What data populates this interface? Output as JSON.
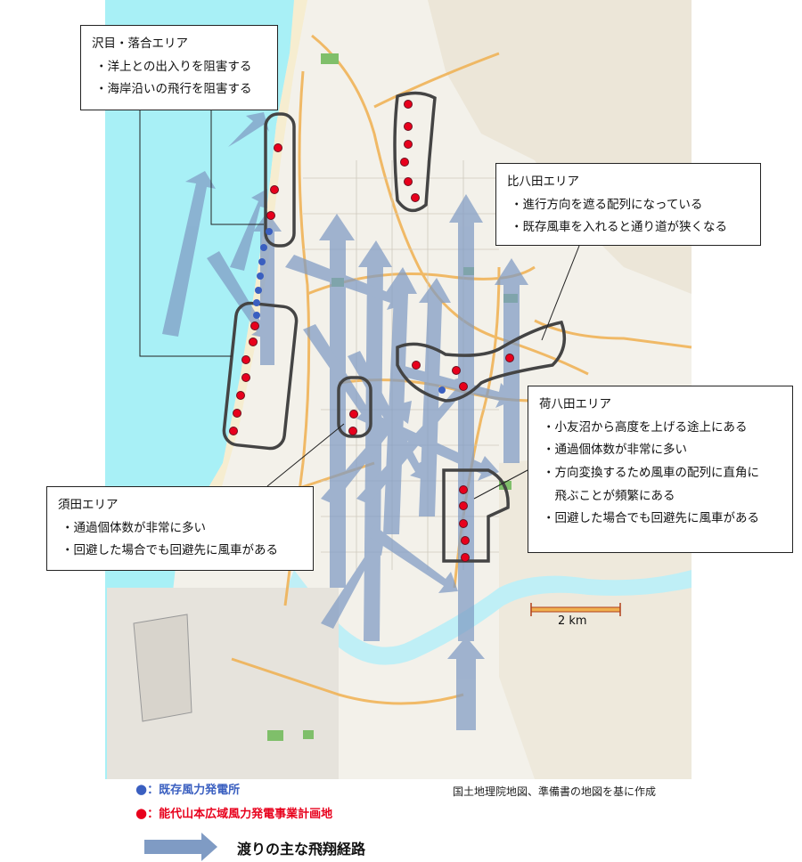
{
  "areas": {
    "sawame": {
      "title": "沢目・落合エリア",
      "points": [
        "・洋上との出入りを阻害する",
        "・海岸沿いの飛行を阻害する"
      ]
    },
    "hihatta": {
      "title": "比八田エリア",
      "points": [
        "・進行方向を遮る配列になっている",
        "・既存風車を入れると通り道が狭くなる"
      ]
    },
    "nihatta": {
      "title": "荷八田エリア",
      "points": [
        "・小友沼から高度を上げる途上にある",
        "・通過個体数が非常に多い",
        "・方向変換するため風車の配列に直角に",
        "　飛ぶことが頻繁にある",
        "・回避した場合でも回避先に風車がある"
      ]
    },
    "suda": {
      "title": "須田エリア",
      "points": [
        "・通過個体数が非常に多い",
        "・回避した場合でも回避先に風車がある"
      ]
    }
  },
  "scale": {
    "label": "2 km"
  },
  "legend": {
    "existing": {
      "marker": "●",
      "text": "：既存風力発電所",
      "color": "#3a5fc0"
    },
    "planned": {
      "marker": "●",
      "text": "：能代山本広域風力発電事業計画地",
      "color": "#e8001c"
    },
    "route": {
      "text": "渡りの主な飛翔経路",
      "color": "#7f9bc4"
    }
  },
  "credit": "国土地理院地図、準備書の地図を基に作成",
  "colors": {
    "sea": "#a8f0f6",
    "land": "#f3f1ea",
    "road": "#f0b050",
    "river": "#bfeff6",
    "turbine_outline": "#9a2030"
  }
}
